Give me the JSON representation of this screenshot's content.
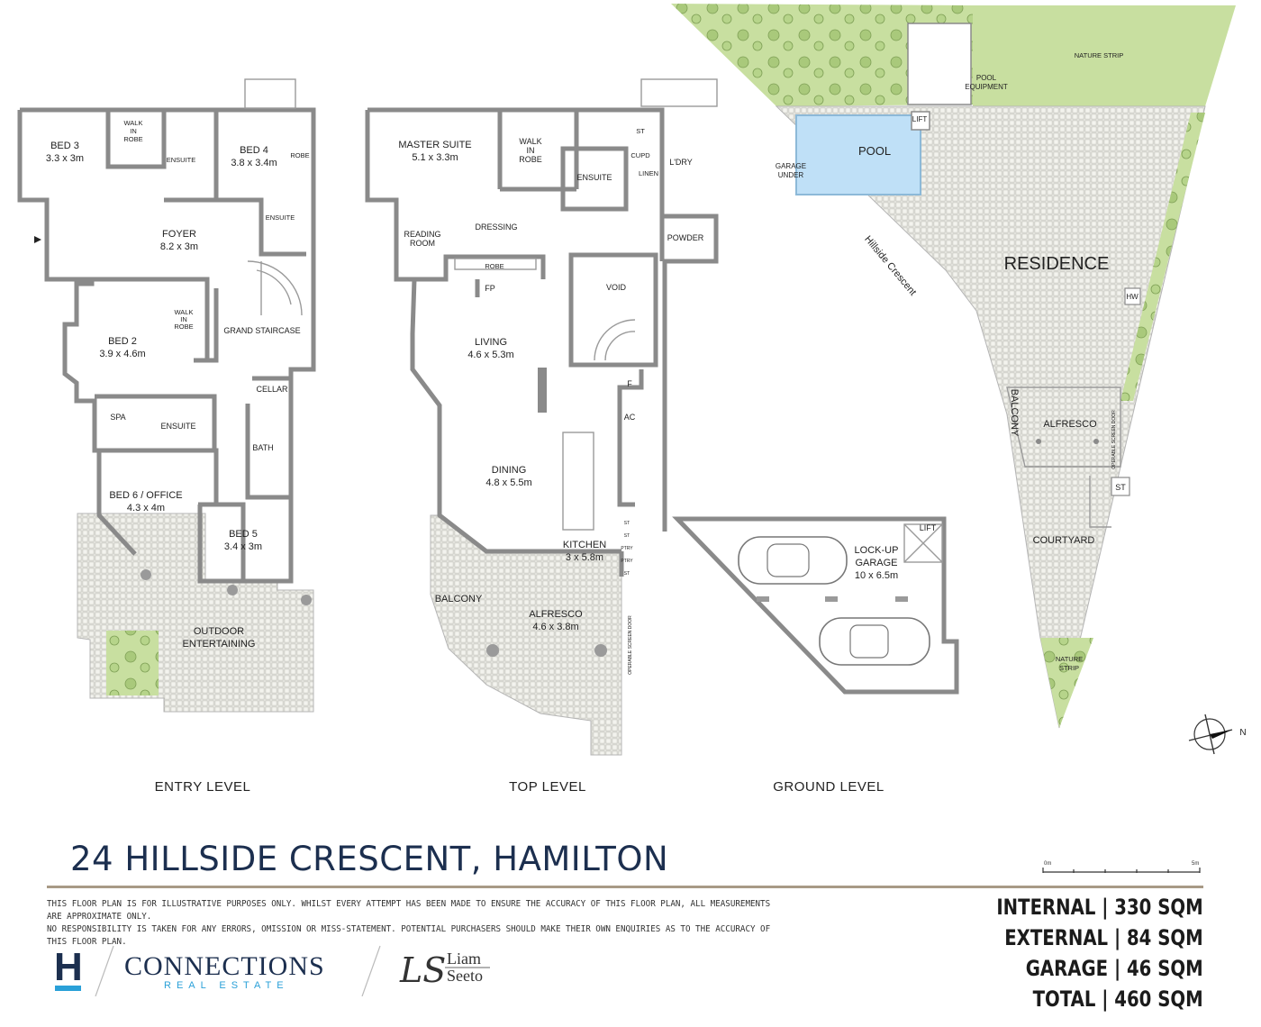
{
  "title": "24 HILLSIDE CRESCENT, HAMILTON",
  "disclaimer": [
    "THIS FLOOR PLAN IS FOR ILLUSTRATIVE PURPOSES ONLY. WHILST EVERY ATTEMPT HAS BEEN MADE TO ENSURE THE ACCURACY OF THIS FLOOR PLAN, ALL MEASUREMENTS ARE APPROXIMATE ONLY.",
    "NO RESPONSIBILITY IS TAKEN FOR ANY ERRORS, OMISSION OR MISS-STATEMENT. POTENTIAL PURCHASERS SHOULD MAKE THEIR OWN ENQUIRIES AS TO THE ACCURACY OF THIS FLOOR PLAN."
  ],
  "areas": {
    "internal": "INTERNAL | 330 SQM",
    "external": "EXTERNAL | 84 SQM",
    "garage": "GARAGE | 46 SQM",
    "total": "TOTAL | 460 SQM"
  },
  "scale_bar": {
    "start": "0m",
    "end": "5m"
  },
  "brand": {
    "agency_mark": "H",
    "agency_name": "CONNECTIONS",
    "agency_sub": "REAL ESTATE",
    "agent_monogram": "LS",
    "agent_first": "Liam",
    "agent_last": "Seeto"
  },
  "levels": {
    "entry": {
      "name": "ENTRY LEVEL",
      "bed3": [
        "BED 3",
        "3.3 x 3m"
      ],
      "wir1": [
        "WALK",
        "IN",
        "ROBE"
      ],
      "ensuite1": "ENSUITE",
      "bed4": [
        "BED 4",
        "3.8 x 3.4m"
      ],
      "robe": "ROBE",
      "ensuite2": "ENSUITE",
      "foyer": [
        "FOYER",
        "8.2 x 3m"
      ],
      "wir2": [
        "WALK",
        "IN",
        "ROBE"
      ],
      "bed2": [
        "BED 2",
        "3.9 x 4.6m"
      ],
      "stair": "GRAND STAIRCASE",
      "cellar": "CELLAR",
      "spa": "SPA",
      "ensuite3": "ENSUITE",
      "bath": "BATH",
      "bed6": [
        "BED 6 / OFFICE",
        "4.3 x 4m"
      ],
      "bed5": [
        "BED 5",
        "3.4 x 3m"
      ],
      "outdoor": [
        "OUTDOOR",
        "ENTERTAINING"
      ]
    },
    "top": {
      "name": "TOP LEVEL",
      "master": [
        "MASTER SUITE",
        "5.1 x 3.3m"
      ],
      "wir": [
        "WALK",
        "IN",
        "ROBE"
      ],
      "ensuite": "ENSUITE",
      "st": "ST",
      "cupd": "CUPD",
      "linen": "LINEN",
      "ldry": "L'DRY",
      "reading": [
        "READING",
        "ROOM"
      ],
      "dressing": "DRESSING",
      "robe": "ROBE",
      "powder": "POWDER",
      "fp": "FP",
      "void": "VOID",
      "living": [
        "LIVING",
        "4.6 x 5.3m"
      ],
      "f": "F",
      "ac": "AC",
      "dining": [
        "DINING",
        "4.8 x 5.5m"
      ],
      "kitchen": [
        "KITCHEN",
        "3 x 5.8m"
      ],
      "pantry": [
        "ST",
        "ST",
        "PTRY",
        "PTRY",
        "ST"
      ],
      "balcony": "BALCONY",
      "alfresco": [
        "ALFRESCO",
        "4.6 x 3.8m"
      ],
      "screen": "OPERABLE SCREEN DOOR"
    },
    "ground": {
      "name": "GROUND LEVEL",
      "lift": "LIFT",
      "garage": [
        "LOCK-UP",
        "GARAGE",
        "10 x 6.5m"
      ]
    },
    "site": {
      "nature_strip_top": "NATURE STRIP",
      "pool_equipment": [
        "POOL",
        "EQUIPMENT"
      ],
      "lift": "LIFT",
      "pool": "POOL",
      "garage_under": [
        "GARAGE",
        "UNDER"
      ],
      "street": "Hillside Crescent",
      "residence": "RESIDENCE",
      "hw": "HW",
      "balcony": "BALCONY",
      "alfresco": "ALFRESCO",
      "screen": "OPERABLE SCREEN DOOR",
      "st": "ST",
      "courtyard": "COURTYARD",
      "nature_strip_bottom": [
        "NATURE",
        "STRIP"
      ],
      "north": "N"
    }
  },
  "colors": {
    "title": "#1c2f4f",
    "rule": "#a89a86",
    "grass": "#c8dfa0",
    "pool": "#bfe0f7",
    "brand_navy": "#1c2f4f",
    "brand_blue": "#2aa0d8"
  }
}
